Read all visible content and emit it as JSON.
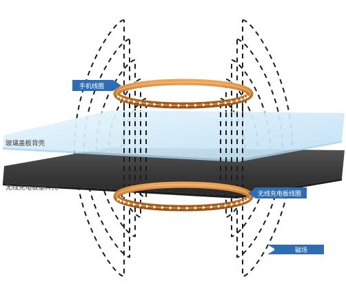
{
  "labels": {
    "phone_coil": "手机线圈",
    "glass_back": "玻璃盖板背壳",
    "charger_shell": "无线充电板塑料壳",
    "charger_coil": "无线充电板线圈",
    "magnetic_field": "磁场"
  },
  "colors": {
    "tag_blue": "#2e6db3",
    "coil_copper": "#c8782a",
    "glass_panel": "#d6ecf8",
    "charger_panel": "#3a3a3a",
    "field_line": "#1a1a1a"
  }
}
